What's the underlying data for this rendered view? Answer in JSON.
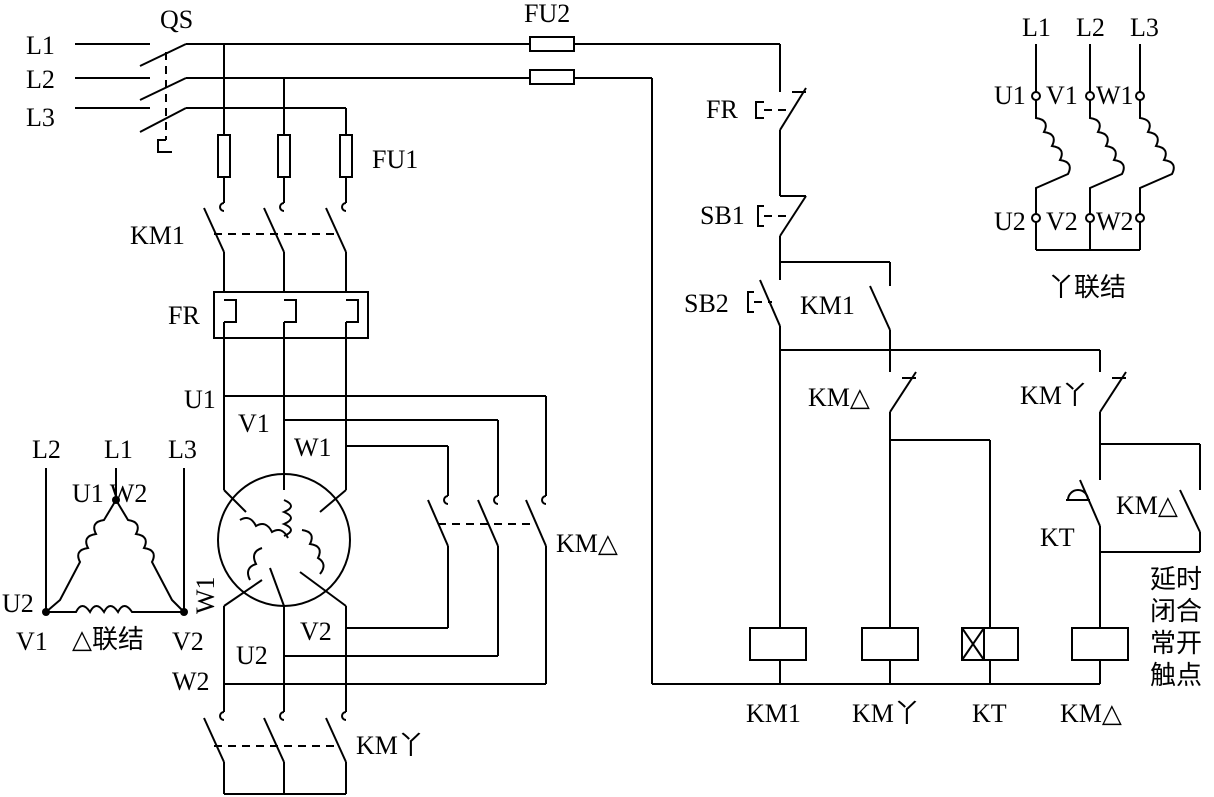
{
  "labels": {
    "qs": "QS",
    "l1": "L1",
    "l2": "L2",
    "l3": "L3",
    "fu1": "FU1",
    "fu2": "FU2",
    "km1": "KM1",
    "fr": "FR",
    "u1": "U1",
    "v1": "V1",
    "w1": "W1",
    "u2": "U2",
    "v2": "V2",
    "w2": "W2",
    "km_delta": "KM△",
    "km_star": "KM丫",
    "sb1": "SB1",
    "sb2": "SB2",
    "kt": "KT",
    "delta_conn": "△联结",
    "star_conn": "丫联结",
    "delay_line1": "延时",
    "delay_line2": "闭合",
    "delay_line3": "常开",
    "delay_line4": "触点"
  },
  "delta": {
    "l2": "L2",
    "l1": "L1",
    "l3": "L3",
    "u1w2": "U1 W2",
    "u2": "U2",
    "v1": "V1",
    "v2": "V2",
    "w1": "W1"
  },
  "star": {
    "l1": "L1",
    "l2": "L2",
    "l3": "L3",
    "u1": "U1",
    "v1": "V1",
    "w1": "W1",
    "u2": "U2",
    "v2": "V2",
    "w2": "W2"
  },
  "coils": {
    "km1": "KM1",
    "km_star": "KM丫",
    "kt": "KT",
    "km_delta": "KM△"
  }
}
